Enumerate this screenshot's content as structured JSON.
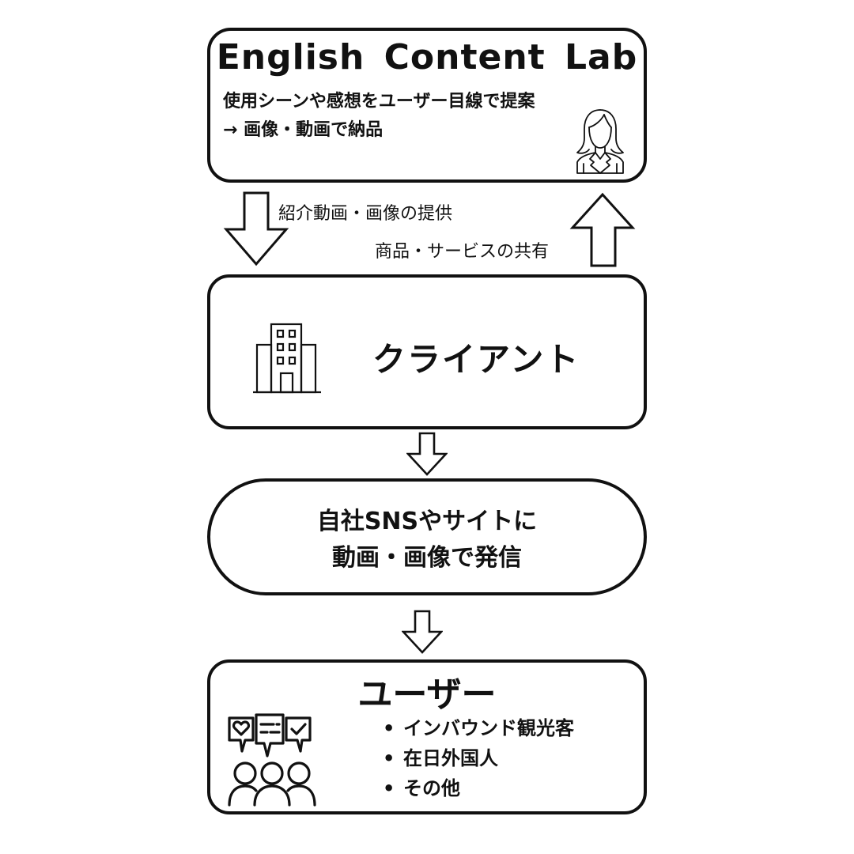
{
  "diagram": {
    "type": "flowchart",
    "nodes": {
      "english_content_lab": {
        "title": "English Content Lab",
        "description_line1": "使用シーンや感想をユーザー目線で提案",
        "description_line2": "→ 画像・動画で納品",
        "icon": "businesswoman-icon"
      },
      "client": {
        "label": "クライアント",
        "icon": "office-building-icon"
      },
      "publish": {
        "line1": "自社SNSやサイトに",
        "line2": "動画・画像で発信"
      },
      "users": {
        "title": "ユーザー",
        "icon": "people-feedback-icon",
        "items": [
          "インバウンド観光客",
          "在日外国人",
          "その他"
        ]
      }
    },
    "edges": {
      "lab_to_client": {
        "direction": "down",
        "label": "紹介動画・画像の提供"
      },
      "client_to_lab": {
        "direction": "up",
        "label": "商品・サービスの共有"
      },
      "client_to_publish": {
        "direction": "down"
      },
      "publish_to_users": {
        "direction": "down"
      }
    },
    "colors": {
      "stroke": "#111111",
      "background": "#ffffff"
    }
  }
}
